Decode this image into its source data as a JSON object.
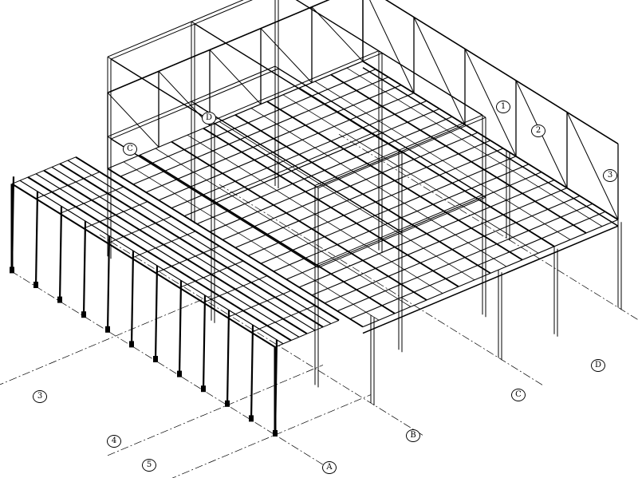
{
  "drawing": {
    "colors": {
      "line": "#000000",
      "background": "#ffffff"
    }
  },
  "grid_labels": {
    "letters": [
      "A",
      "B",
      "C",
      "D"
    ],
    "numbers_bottom": [
      "3",
      "4",
      "5"
    ],
    "numbers_top": [
      "1",
      "2",
      "3"
    ],
    "letters_top": [
      "D",
      "C"
    ]
  }
}
